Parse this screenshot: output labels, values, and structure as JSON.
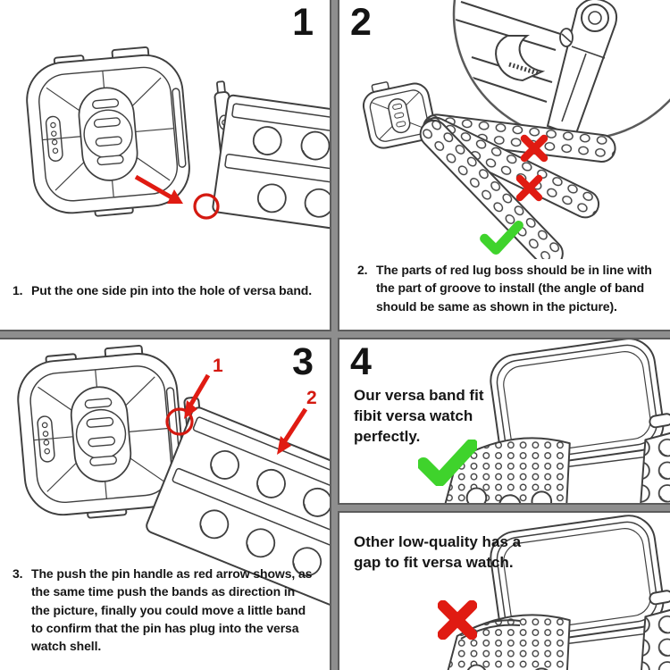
{
  "meta": {
    "title": "Versa watch band installation instructions"
  },
  "colors": {
    "accent_red": "#e01b12",
    "accent_green": "#3fd32c",
    "line_art": "#3f3f3f",
    "gutter_grey": "#8e8e8e",
    "panel_bg": "#ffffff",
    "text": "#161616"
  },
  "icons": {
    "correct_mark": "green-checkmark",
    "incorrect_mark": "red-cross",
    "pointer": "red-arrow",
    "highlight": "red-circle",
    "detail_view": "magnifier-inset-circle"
  },
  "panels": {
    "step1": {
      "number": "1",
      "caption_no": "1.",
      "caption": "Put the one side pin into the hole of versa band."
    },
    "step2": {
      "number": "2",
      "caption_no": "2.",
      "caption": "The parts of red lug boss should be in line with the part of groove to install (the angle of band should be same as shown in the picture)."
    },
    "step3": {
      "number": "3",
      "caption_no": "3.",
      "caption": "The push the pin handle as red arrow shows, as the same time push the bands as direction in the picture, finally you could move a little band to confirm that the pin has plug into the versa watch shell.",
      "arrow1_label": "1",
      "arrow2_label": "2"
    },
    "step4": {
      "number": "4",
      "good_caption": "Our versa band fit fibit versa watch perfectly.",
      "bad_caption": "Other low-quality has a gap to fit versa watch."
    }
  }
}
